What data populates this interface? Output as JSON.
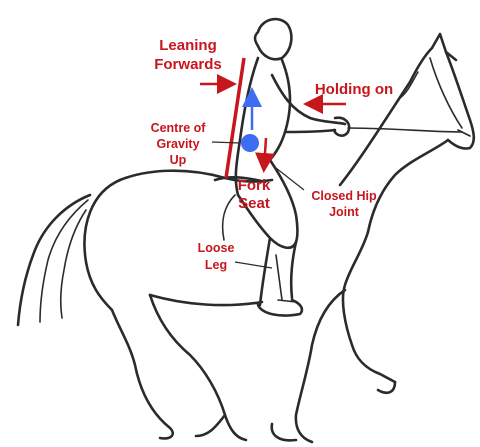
{
  "colors": {
    "annotation": "#c8161d",
    "gravity": "#3d6df2",
    "outline": "#2b2b2b"
  },
  "labels": {
    "leaning_line1": "Leaning",
    "leaning_line2": "Forwards",
    "holding": "Holding on",
    "centre_line1": "Centre of",
    "centre_line2": "Gravity",
    "centre_line3": "Up",
    "fork_line1": "Fork",
    "fork_line2": "Seat",
    "hip_line1": "Closed Hip",
    "hip_line2": "Joint",
    "loose_line1": "Loose",
    "loose_line2": "Leg"
  }
}
